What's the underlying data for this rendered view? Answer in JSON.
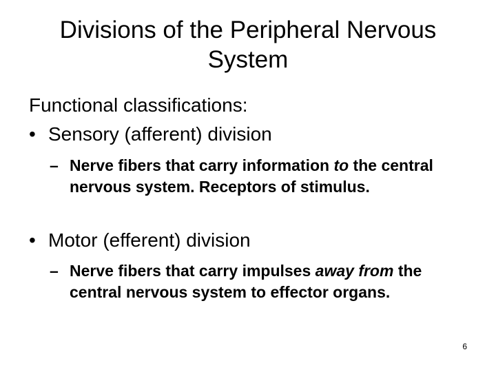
{
  "slide": {
    "title": "Divisions of the Peripheral Nervous System",
    "intro": "Functional classifications:",
    "bullets": [
      {
        "marker": "•",
        "label": "Sensory (afferent) division",
        "sub": {
          "marker": "–",
          "text_before": "Nerve fibers that carry information ",
          "text_italic": "to",
          "text_after": " the central nervous system.  Receptors of stimulus."
        }
      },
      {
        "marker": "•",
        "label": "Motor (efferent) division",
        "sub": {
          "marker": "–",
          "text_before": "Nerve fibers that carry impulses ",
          "text_italic": "away from",
          "text_after": " the central nervous system to effector organs."
        }
      }
    ],
    "page_number": "6"
  }
}
